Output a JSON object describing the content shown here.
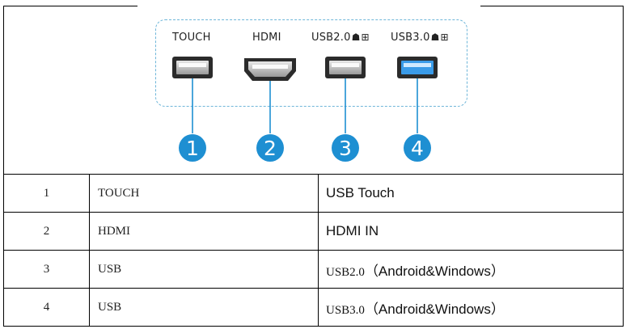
{
  "figure": {
    "ports": [
      {
        "label": "TOUCH",
        "os_icons": "",
        "number": "1"
      },
      {
        "label": "HDMI",
        "os_icons": "",
        "number": "2"
      },
      {
        "label": "USB2.0",
        "os_icons": "android+windows",
        "number": "3"
      },
      {
        "label": "USB3.0",
        "os_icons": "android+windows",
        "number": "4"
      }
    ],
    "colors": {
      "accent": "#1e8fd2",
      "panel_border": "#6fb6d9",
      "usb3_blue": "#2f8fe0"
    }
  },
  "table": {
    "rows": [
      {
        "num": "1",
        "name": "TOUCH",
        "desc_prefix": "",
        "desc": "USB Touch"
      },
      {
        "num": "2",
        "name": "HDMI",
        "desc_prefix": "",
        "desc": "HDMI IN"
      },
      {
        "num": "3",
        "name": "USB",
        "desc_prefix": "USB2.0",
        "desc": "（Android&Windows）"
      },
      {
        "num": "4",
        "name": "USB",
        "desc_prefix": "USB3.0",
        "desc": "（Android&Windows）"
      }
    ]
  }
}
